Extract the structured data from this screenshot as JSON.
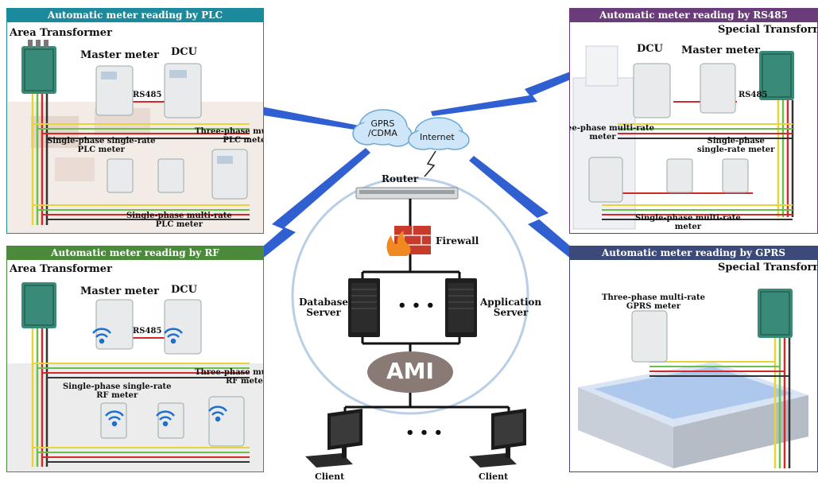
{
  "panels": {
    "plc": {
      "title": "Automatic meter reading by PLC",
      "area_transformer": "Area Transformer",
      "master_meter": "Master meter",
      "dcu": "DCU",
      "rs485": "RS485",
      "three_phase": [
        "Three-phase multi-rate",
        "PLC meter"
      ],
      "single_single": [
        "Single-phase single-rate",
        "PLC meter"
      ],
      "single_multi": [
        "Single-phase multi-rate",
        "PLC meter"
      ],
      "color": "#1a8a9c"
    },
    "rs485": {
      "title": "Automatic meter reading by RS485",
      "special_transformer": "Special Transformer",
      "dcu": "DCU",
      "master_meter": "Master meter",
      "rs485": "RS485",
      "three_phase": [
        "Three-phase multi-rate",
        "meter"
      ],
      "single_single": [
        "Single-phase",
        "single-rate meter"
      ],
      "single_multi": [
        "Single-phase multi-rate",
        "meter"
      ],
      "color": "#6a3d7a"
    },
    "rf": {
      "title": "Automatic meter reading by RF",
      "area_transformer": "Area Transformer",
      "master_meter": "Master meter",
      "dcu": "DCU",
      "rs485": "RS485",
      "three_phase": [
        "Three-phase multi-rate",
        "RF meter"
      ],
      "single_single": [
        "Single-phase single-rate",
        "RF meter"
      ],
      "color": "#4a8a3a"
    },
    "gprs": {
      "title": "Automatic meter reading by GPRS",
      "special_transformer": "Special Transformer",
      "three_phase": [
        "Three-phase multi-rate",
        "GPRS meter"
      ],
      "color": "#3b4a78"
    }
  },
  "center": {
    "cloud_gprs": [
      "GPRS",
      "/CDMA"
    ],
    "cloud_internet": "Internet",
    "router": "Router",
    "firewall": "Firewall",
    "database_server": [
      "Database",
      "Server"
    ],
    "application_server": [
      "Application",
      "Server"
    ],
    "ellipsis": "• • •",
    "ami": "AMI",
    "client_left": "Client",
    "client_right": "Client"
  },
  "colors": {
    "lightning": "#2f5fd0",
    "ring": "#b8cfe6",
    "wire_red": "#d22a2a",
    "wire_yellow": "#e8d33a",
    "wire_green": "#6ac04a",
    "wire_dark": "#333333",
    "transformer": "#3a8a7a"
  }
}
